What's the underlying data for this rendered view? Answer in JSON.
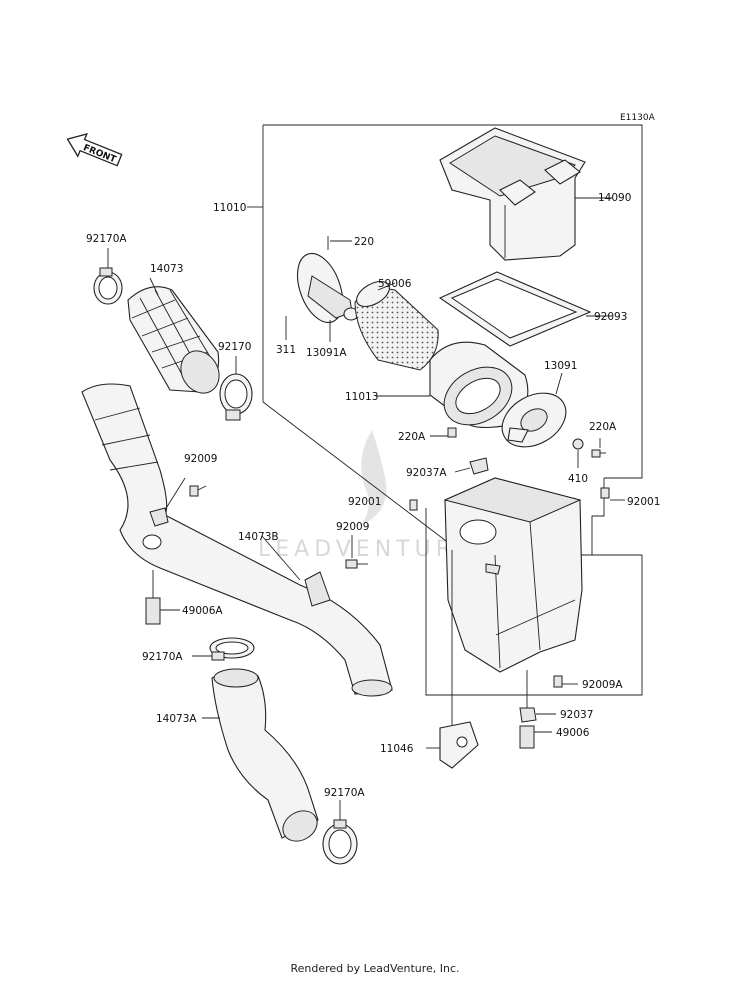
{
  "diagram_code": "E1130A",
  "front_label": "FRONT",
  "watermark": "LEADVENTURE",
  "footer": "Rendered by LeadVenture, Inc.",
  "labels": {
    "p11010": "11010",
    "p14090": "14090",
    "p220": "220",
    "p59006": "59006",
    "p92093": "92093",
    "p311": "311",
    "p13091A": "13091A",
    "p13091": "13091",
    "p11013": "11013",
    "p220A_left": "220A",
    "p220A_right": "220A",
    "p410": "410",
    "p92037A": "92037A",
    "p92001_left": "92001",
    "p92001_right": "92001",
    "p92170A_top": "92170A",
    "p14073": "14073",
    "p92170": "92170",
    "p92009_top": "92009",
    "p14073B": "14073B",
    "p92009_mid": "92009",
    "p49006A": "49006A",
    "p92170A_mid": "92170A",
    "p92009A": "92009A",
    "p14073A": "14073A",
    "p92037": "92037",
    "p11046": "11046",
    "p49006": "49006",
    "p92170A_bottom": "92170A"
  }
}
